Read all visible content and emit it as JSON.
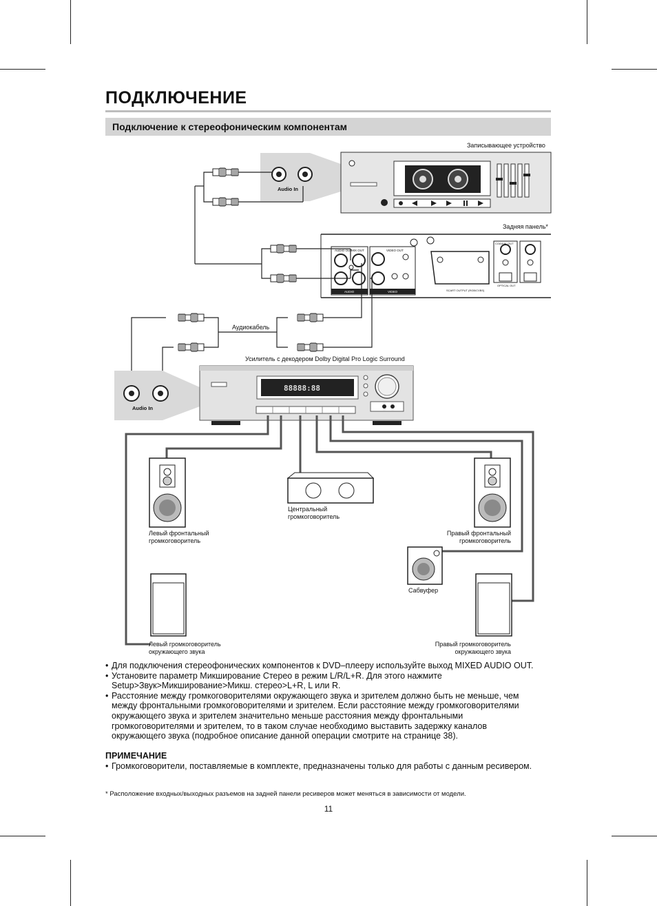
{
  "page_title": "ПОДКЛЮЧЕНИЕ",
  "section_title": "Подключение к стереофоническим компонентам",
  "diagram": {
    "recording_device": "Записывающее устройство",
    "rear_panel": "Задняя панель*",
    "audio_cable": "Аудиокабель",
    "amplifier": "Усилитель с декодером Dolby Digital Pro Logic Surround",
    "audio_in_top": "Audio In",
    "audio_in_amp": "Audio In",
    "amp_display": "88888:88",
    "center_speaker_1": "Центральный",
    "center_speaker_2": "громкоговоритель",
    "front_left_1": "Левый фронтальный",
    "front_left_2": "громкоговоритель",
    "front_right_1": "Правый фронтальный",
    "front_right_2": "громкоговоритель",
    "subwoofer": "Сабвуфер",
    "surround_left_1": "Левый громкоговоритель",
    "surround_left_2": "окружающего звука",
    "surround_right_1": "Правый громкоговоритель",
    "surround_right_2": "окружающего звука",
    "panel_audio_out": "AUDIO OUT",
    "panel_mix_out": "MIX OUT",
    "panel_video_out": "VIDEO OUT",
    "panel_audio": "AUDIO",
    "panel_video": "VIDEO",
    "panel_coaxial": "COAXIAL OUT",
    "panel_optical": "OPTICAL OUT",
    "panel_scart": "SCART OUTPUT (RGB/CVBS)"
  },
  "bullets": [
    "Для подключения стереофонических компонентов к DVD–плееру используйте выход MIXED AUDIO OUT.",
    "Установите параметр Микширование Стерео в режим L/R/L+R. Для этого нажмите Setup>Звук>Микширование>Микш. стерео>L+R, L или R.",
    "Расстояние между громкоговорителями окружающего звука и зрителем должно быть не меньше, чем между фронтальными громкоговорителями и зрителем. Если расстояние между громкоговорителями окружающего звука и зрителем значительно меньше расстояния между фронтальными громкоговорителями и зрителем, то в таком случае необходимо выставить задержку каналов окружающего звука (подробное описание данной операции смотрите на странице 38)."
  ],
  "note_title": "ПРИМЕЧАНИЕ",
  "note_items": [
    "Громкоговорители, поставляемые в комплекте, предназначены только для работы с данным ресивером."
  ],
  "footnote": "* Расположение входных/выходных разъемов на задней панели ресиверов может меняться в зависимости от модели.",
  "page_number": "11",
  "colors": {
    "section_bar": "#d4d4d4",
    "callout": "#d9d9d9",
    "device": "#e6e6e6",
    "wire": "#555555"
  }
}
